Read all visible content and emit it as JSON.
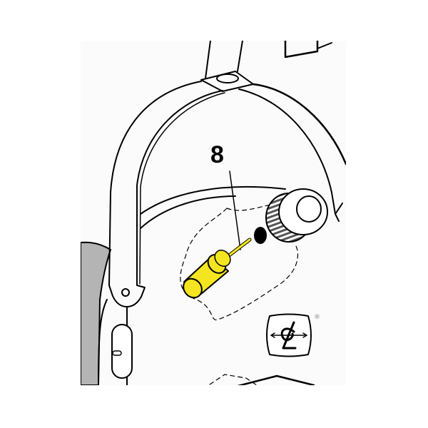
{
  "figure": {
    "description": "Manual illustration: oiling point on machine head, oil bottle applying oil to hole near knob",
    "callout_label": "8",
    "trademark_symbol": "®",
    "logo_name": "trademark-logo-icon"
  },
  "colors": {
    "oil_bottle": "#F4E520",
    "panel_background": "#FAFBFA",
    "left_cover_gray": "#B4B4B4",
    "line": "#000000"
  },
  "parts": [
    {
      "name": "arm-frame",
      "type": "curved arm"
    },
    {
      "name": "top-post",
      "type": "vertical post with oil hole"
    },
    {
      "name": "adjust-knob",
      "type": "knurled dial"
    },
    {
      "name": "oil-hole",
      "type": "black oval opening"
    },
    {
      "name": "oil-bottle",
      "type": "yellow oil can"
    },
    {
      "name": "side-slot",
      "type": "oblong slot with screw"
    }
  ]
}
